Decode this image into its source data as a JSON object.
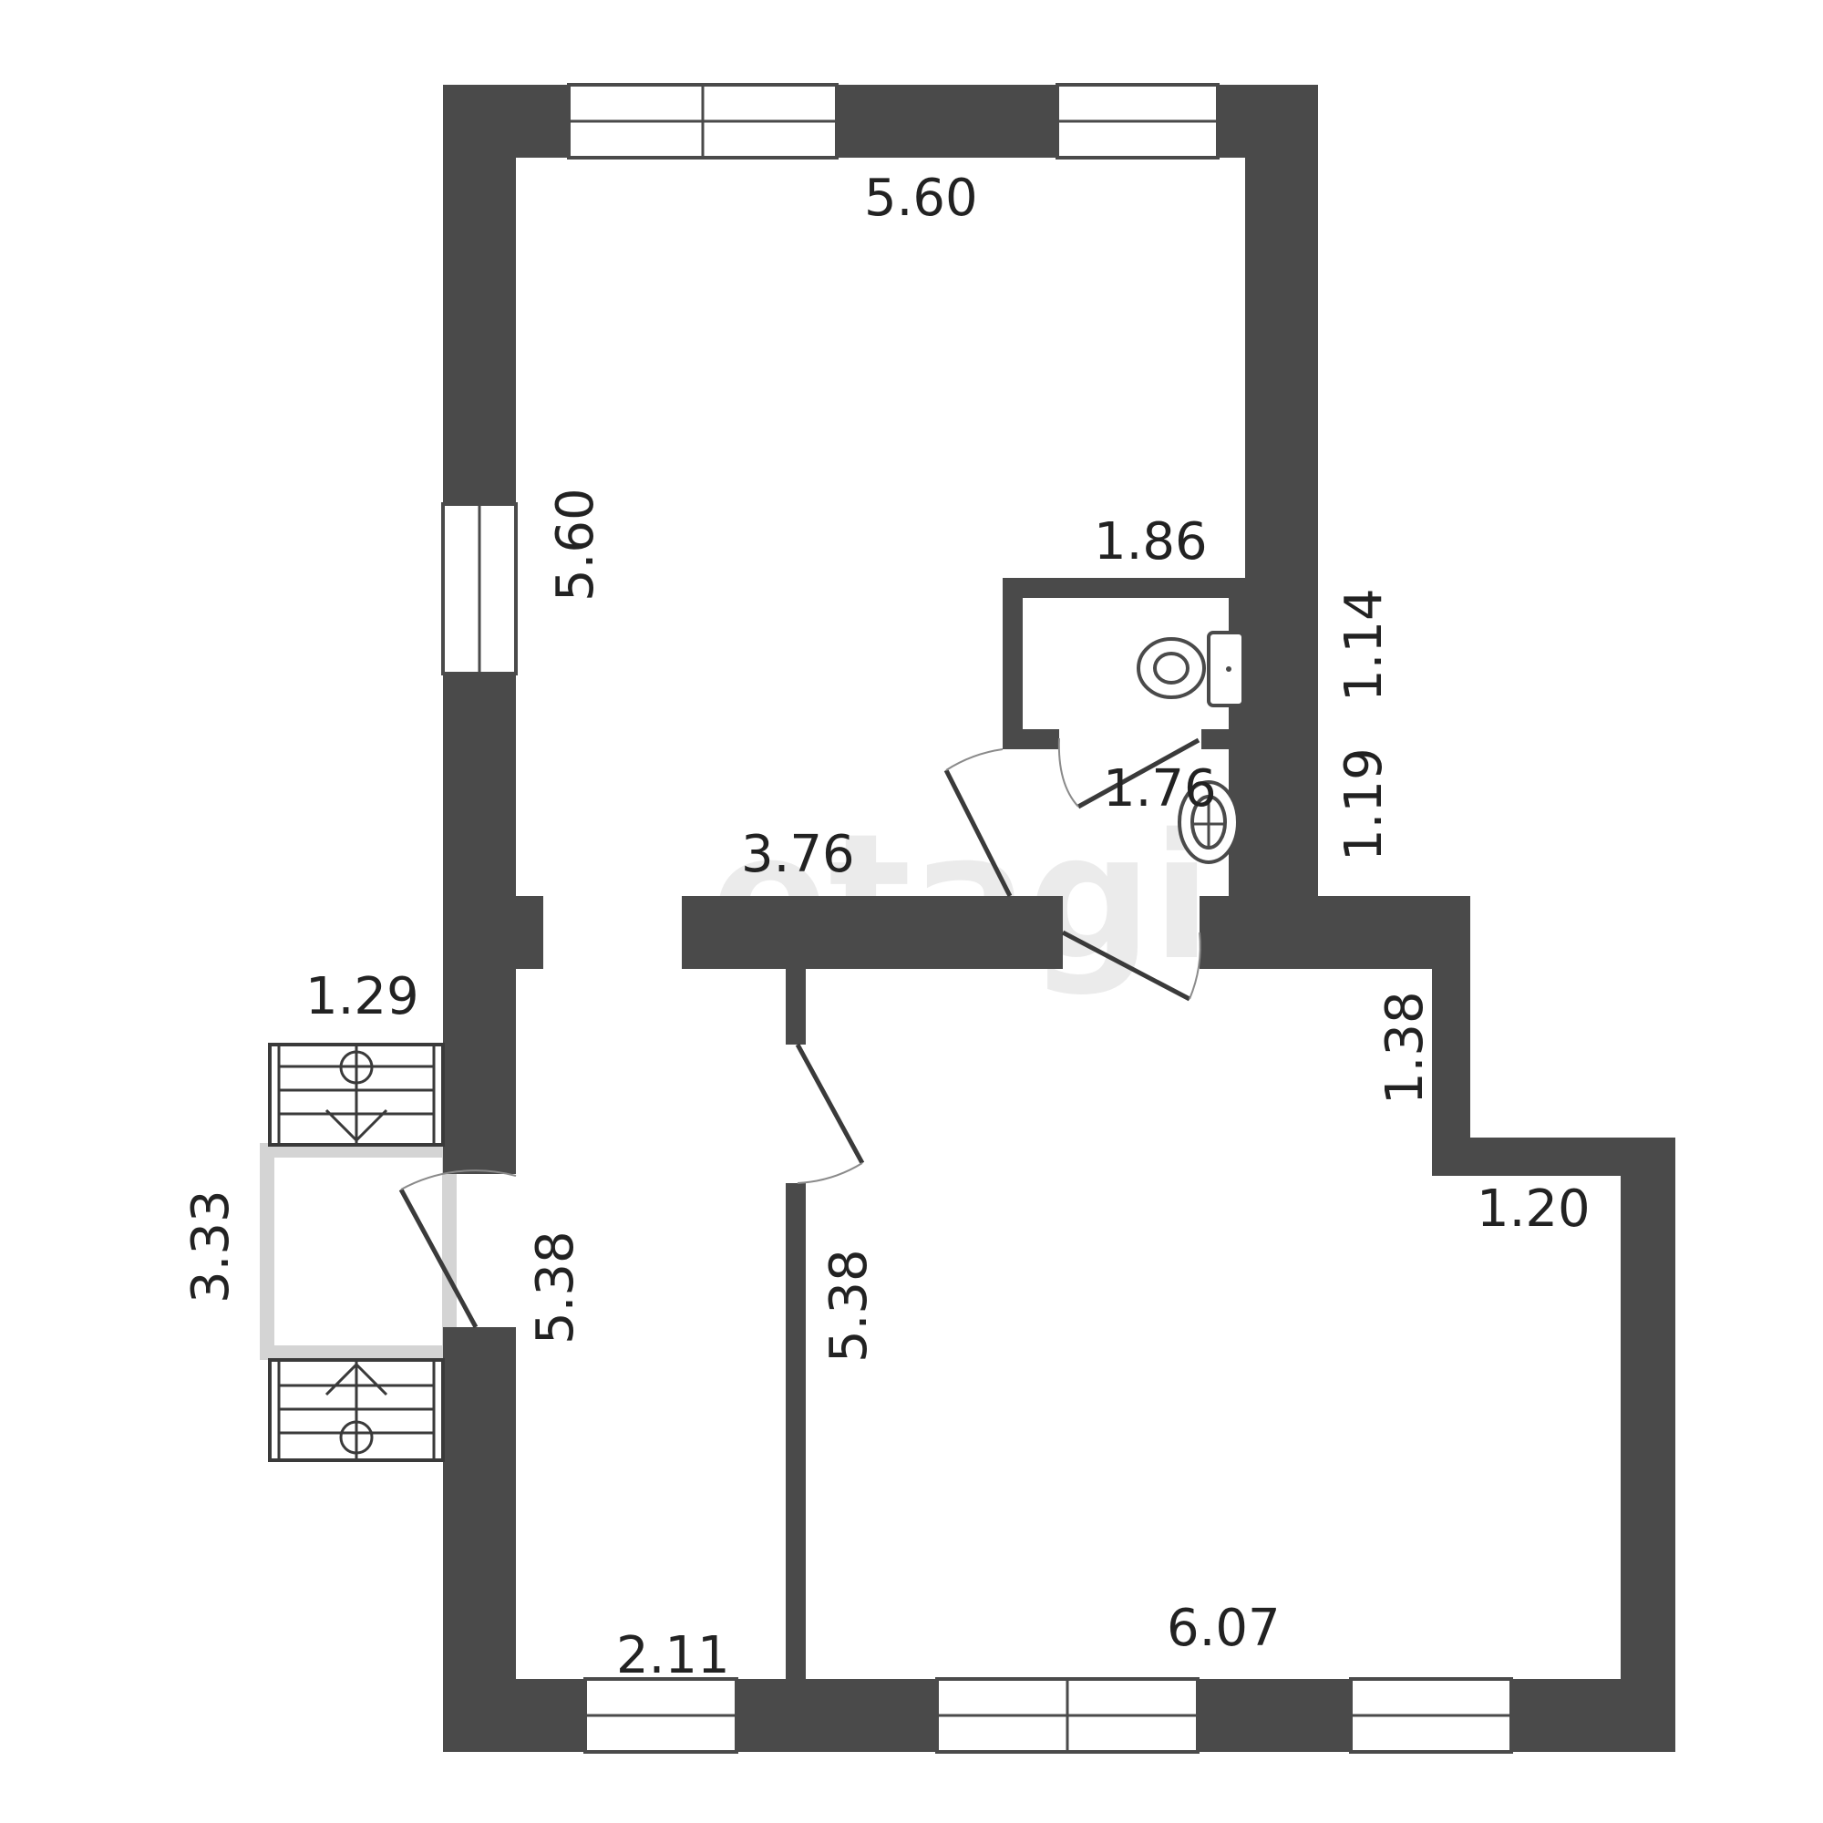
{
  "watermark": "etagi",
  "dimensions": {
    "top_room_width": "5.60",
    "top_room_height": "5.60",
    "wc_width": "1.86",
    "wc_height": "1.14",
    "bath_width": "1.76",
    "bath_height": "1.19",
    "hall_wall": "3.76",
    "porch_width": "1.29",
    "porch_height": "3.33",
    "corridor_height_left": "5.38",
    "corridor_height_right": "5.38",
    "corridor_width": "2.11",
    "notch_height": "1.38",
    "notch_width": "1.20",
    "big_room_width": "6.07"
  },
  "colors": {
    "wall": "#4a4a4a",
    "porch": "#d4d4d4",
    "watermark": "#ebebeb"
  }
}
